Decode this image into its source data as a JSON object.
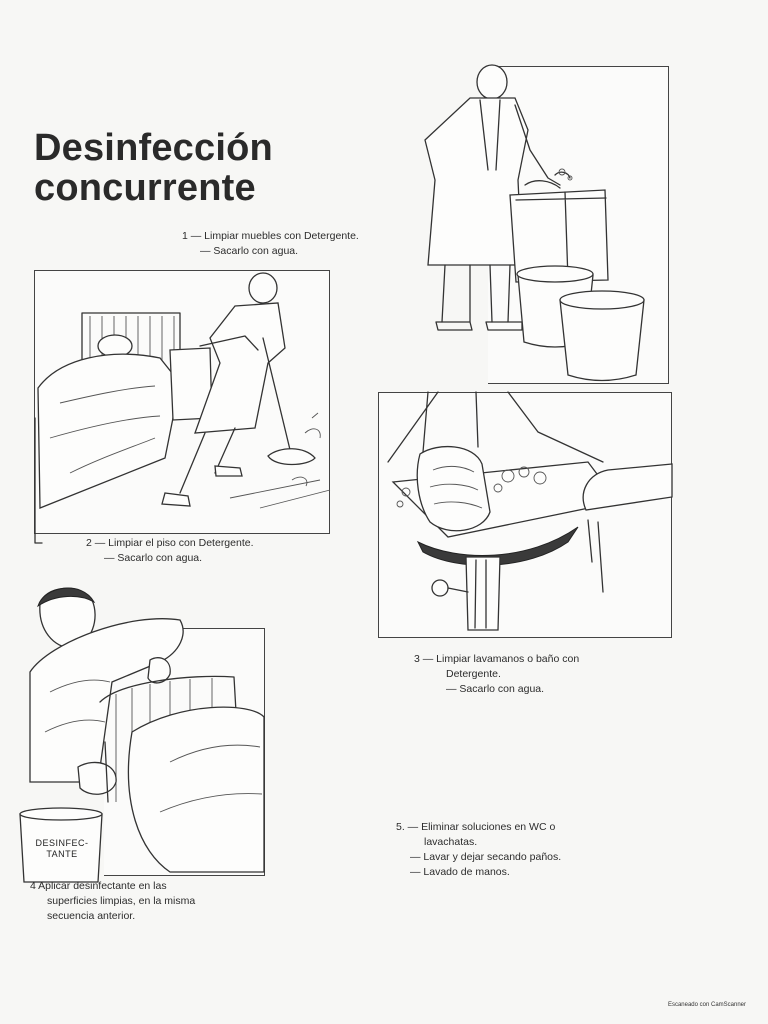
{
  "title": {
    "line1": "Desinfección",
    "line2": "concurrente"
  },
  "steps": [
    {
      "lines": [
        "1  — Limpiar muebles con Detergente.",
        "— Sacarlo con agua."
      ]
    },
    {
      "lines": [
        "2  — Limpiar el piso con Detergente.",
        "— Sacarlo con agua."
      ]
    },
    {
      "lines": [
        "3  — Limpiar lavamanos o baño con",
        "Detergente.",
        "— Sacarlo con agua."
      ]
    },
    {
      "lines": [
        "4  Aplicar desinfectante en las",
        "superficies limpias, en la misma",
        "secuencia anterior."
      ]
    },
    {
      "lines": [
        "5. — Eliminar soluciones en WC o",
        "lavachatas.",
        "— Lavar y dejar secando paños.",
        "— Lavado de manos."
      ]
    }
  ],
  "bucket_label": {
    "line1": "DESINFEC-",
    "line2": "TANTE"
  },
  "watermark": "Escaneado con CamScanner"
}
